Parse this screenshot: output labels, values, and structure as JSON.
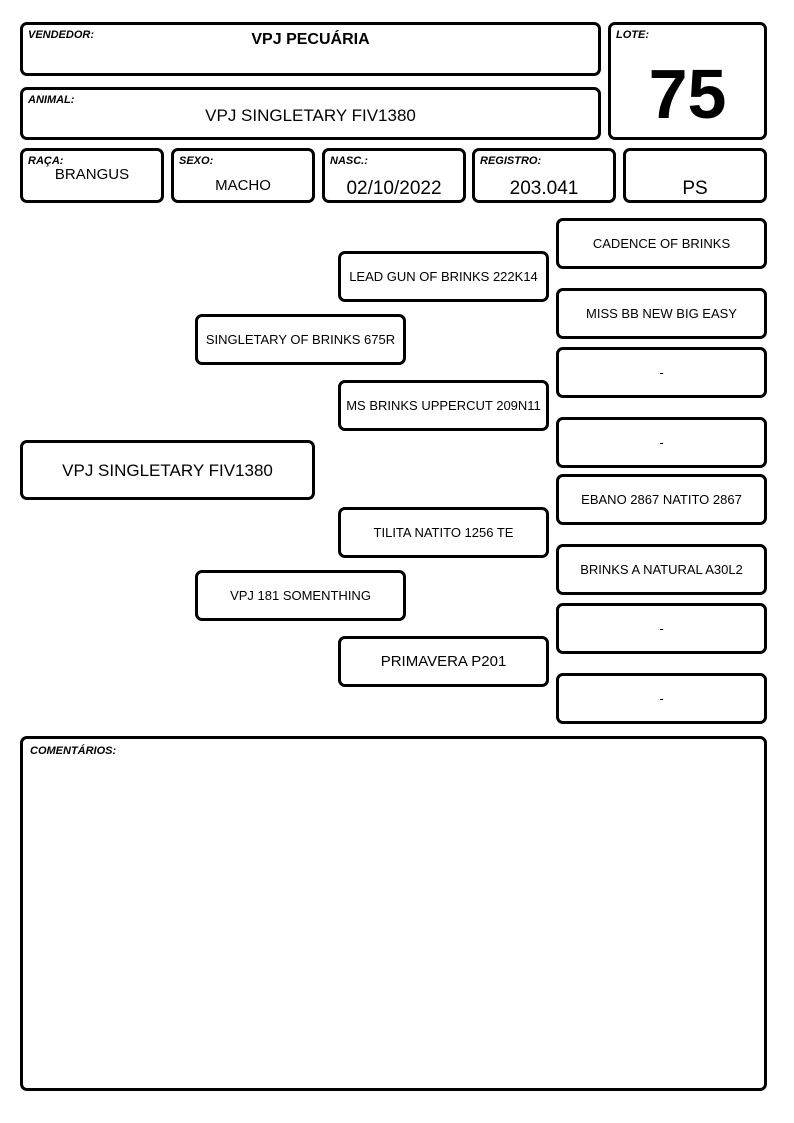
{
  "header": {
    "vendedor_label": "VENDEDOR:",
    "vendedor": "VPJ PECUÁRIA",
    "animal_label": "ANIMAL:",
    "animal": "VPJ SINGLETARY FIV1380",
    "lote_label": "LOTE:",
    "lote": "75"
  },
  "info": {
    "raca_label": "RAÇA:",
    "raca": "BRANGUS",
    "sexo_label": "SEXO:",
    "sexo": "MACHO",
    "nasc_label": "NASC.:",
    "nasc": "02/10/2022",
    "registro_label": "REGISTRO:",
    "registro": "203.041",
    "categoria": "PS"
  },
  "pedigree": {
    "animal": "VPJ SINGLETARY FIV1380",
    "sire": "SINGLETARY OF BRINKS 675R",
    "dam": "VPJ 181 SOMENTHING",
    "sire_sire": "LEAD GUN OF BRINKS 222K14",
    "sire_dam": "MS BRINKS UPPERCUT 209N11",
    "dam_sire": "TILITA NATITO 1256 TE",
    "dam_dam": "PRIMAVERA P201",
    "sss": "CADENCE OF BRINKS",
    "ssd": "MISS BB NEW BIG EASY",
    "sds": "-",
    "sdd": "-",
    "dss": "EBANO 2867 NATITO 2867",
    "dsd": "BRINKS A NATURAL A30L2",
    "dds": "-",
    "ddd": "-"
  },
  "comentarios": {
    "label": "COMENTÁRIOS:",
    "text": ""
  }
}
